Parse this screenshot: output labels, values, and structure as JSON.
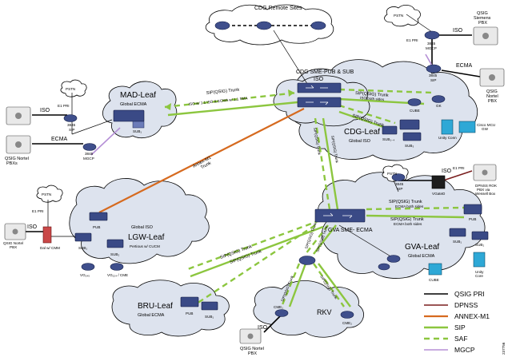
{
  "clouds": {
    "remote": "CDG Remote Sites",
    "mad": "MAD-Leaf",
    "mad_sub": "Global ECMA",
    "cdg": "CDG-Leaf",
    "cdg_sub": "Global ISO",
    "lgw": "LGW-Leaf",
    "lgw_sub1": "Global ISO",
    "lgw_sub2": "Pertious w/ CUCM",
    "gva": "GVA-Leaf",
    "gva_sub": "Global ECMA",
    "bru": "BRU-Leaf",
    "bru_sub": "Global ECMA",
    "rkv": "RKV"
  },
  "labels": {
    "cdg_sme": "CDG SME-PUB & SUB",
    "iso": "ISO",
    "ecma": "ECMA",
    "gva_sme": "GVA SME- ECMA",
    "pstn": "PSTN",
    "e1_pri": "E1 PRI",
    "r3845_sip": "3845\nSIP",
    "r3845_mgcp": "3845\nMGCP",
    "r3845": "3845",
    "sip": "SIP",
    "mgcp": "MGCP",
    "qsig_siemens": "QSIG\nSiemens\nPBX",
    "qsig_nortel_pbx": "QSIG\nNortel\nPBX",
    "qsig_nortel_pbxs": "QSIG Nortel\nPBXs",
    "qsig_nortel_pbx_line": "QSIG Nortel\nPBX",
    "cube": "CUBE",
    "gk": "GK",
    "sub1": "SUB₁",
    "sub1_4": "SUB₁₋₄",
    "sub2": "SUB₂",
    "sub3": "SUB₃",
    "pub": "PUB",
    "unity_conn": "Unity Conn",
    "cisco_mcu": "Cisco MCU\nGW",
    "dpnss_pbx": "DPNSS ROK\nPBX via\nWessell Box",
    "vgate": "VGateD",
    "vg_cme": "VG₂₂₄ / CME",
    "vg": "VG₂₄₅",
    "unity_core": "Unity\nCore",
    "dal_cmm": "Dal w/ CMM",
    "cme1": "CME₁",
    "cme2": "CME₂",
    "annex_trunk": "Annex-M1\nTrunk",
    "figure_id": "237756"
  },
  "trunks": {
    "mad_cdg": "SIP(QSIG) Trunk",
    "mad_cdg_sub": "ISO w/ 1.1 ISO & ECMA w/ 1.1 SMA",
    "cdg_gk": "SIP(QSIG) Trunk",
    "cdg_gk_sub": "ISO both sides",
    "cdg_cube": "SIP(QSIG) Trunk",
    "cdg_gva_a": "SIP(QSIG) Trunk",
    "cdg_gva_b": "SIP(QSIG) Trunk",
    "gva_pub_a": "SIP(QSIG) Trunk",
    "gva_pub_a_sub": "ECMA both sides",
    "gva_pub_b": "SIP(QSIG) Trunk",
    "gva_pub_b_sub": "ECMA both sides",
    "gva_lgw_a": "SIP(QSIG) Trunk",
    "gva_lgw_b": "SIP(QSIG) Trunk",
    "gva_rkv": "SIP(QSIG) Trunk",
    "gva_rkv_b": "SIP(QSIG) Trunk",
    "rkv_cme1": "SIP(QSIG) Trunk",
    "rkv_cme2": "SIP(QSIG) Trunk",
    "bru_link": "SIP(QSIG) Trunk"
  },
  "legend": [
    {
      "label": "QSIG PRI",
      "style": "qsig"
    },
    {
      "label": "DPNSS",
      "style": "dpnss"
    },
    {
      "label": "ANNEX-M1",
      "style": "annex"
    },
    {
      "label": "SIP",
      "style": "sip"
    },
    {
      "label": "SAF",
      "style": "saf"
    },
    {
      "label": "MGCP",
      "style": "mgcp"
    }
  ],
  "colors": {
    "qsig": "#000000",
    "dpnss": "#7a1e1e",
    "annex": "#d66a1f",
    "sip": "#8cc63f",
    "saf": "#8cc63f",
    "mgcp": "#b58fd6",
    "cloud": "#dde3ee",
    "device": "#3a4a86"
  }
}
